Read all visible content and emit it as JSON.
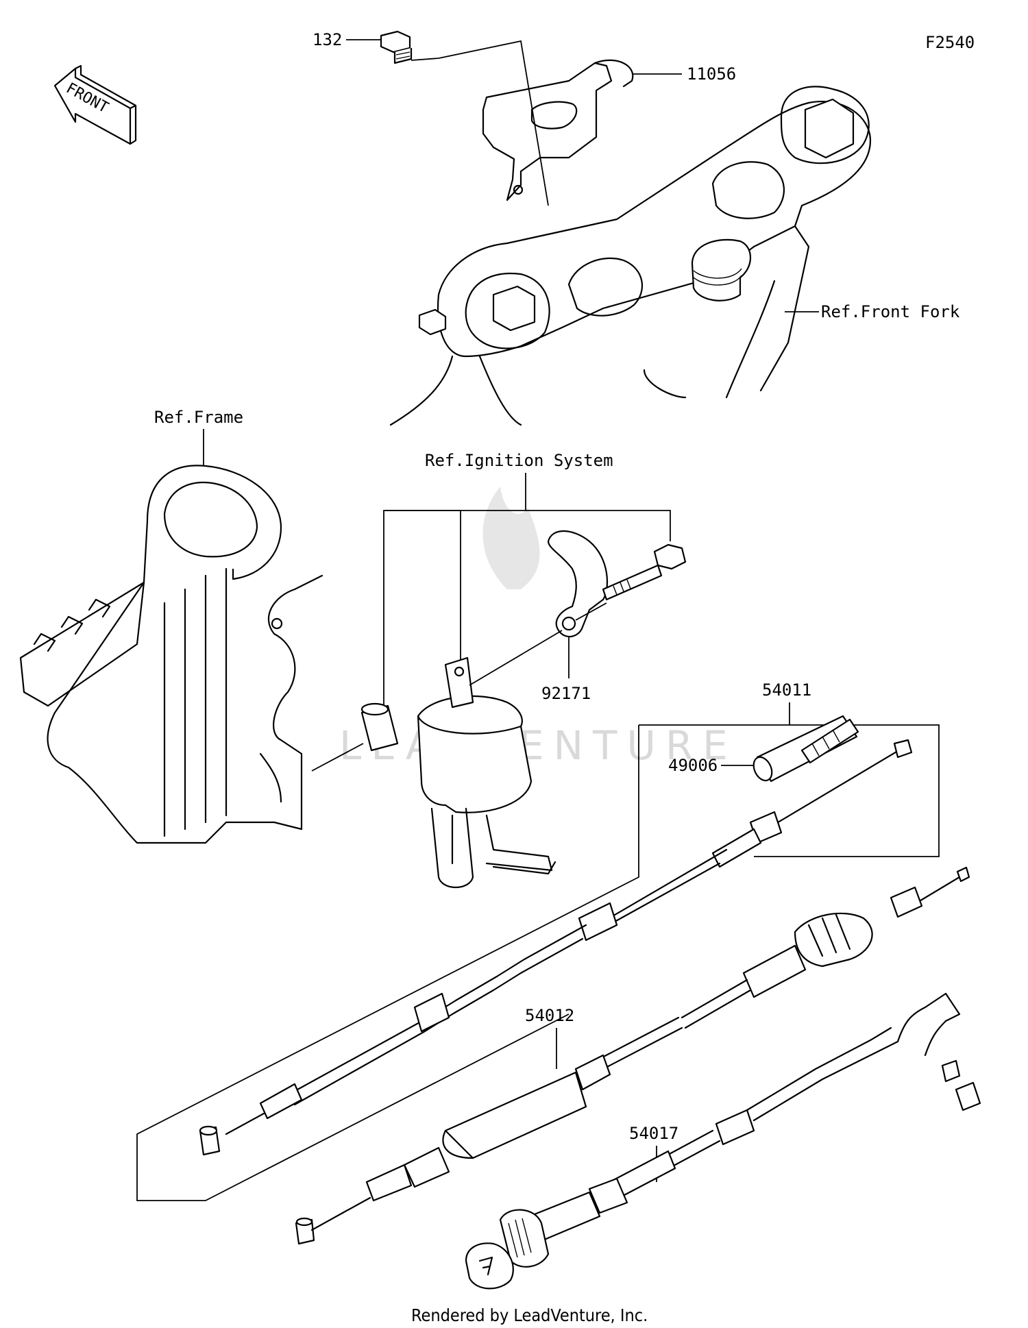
{
  "figure_id": "F2540",
  "front_arrow": "FRONT",
  "callouts": {
    "p132": "132",
    "p11056": "11056",
    "ref_front_fork": "Ref.Front Fork",
    "ref_frame": "Ref.Frame",
    "ref_ignition": "Ref.Ignition System",
    "p92171": "92171",
    "p54011": "54011",
    "p49006": "49006",
    "p54012": "54012",
    "p54017": "54017"
  },
  "watermark": "LEADVENTURE",
  "footer": "Rendered by LeadVenture, Inc."
}
